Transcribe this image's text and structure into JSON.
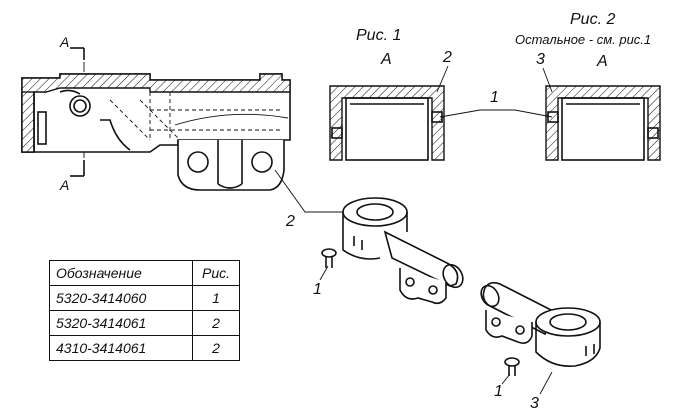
{
  "labels": {
    "section_mark": "A",
    "fig1_title": "Рис. 1",
    "fig1_view": "A",
    "fig2_title": "Рис. 2",
    "fig2_note": "Остальное - см. рис.1",
    "fig2_view": "A",
    "callout_1": "1",
    "callout_2": "2",
    "callout_3": "3"
  },
  "table": {
    "headers": [
      "Обозначение",
      "Рис."
    ],
    "rows": [
      [
        "5320-3414060",
        "1"
      ],
      [
        "5320-3414061",
        "2"
      ],
      [
        "4310-3414061",
        "2"
      ]
    ]
  }
}
